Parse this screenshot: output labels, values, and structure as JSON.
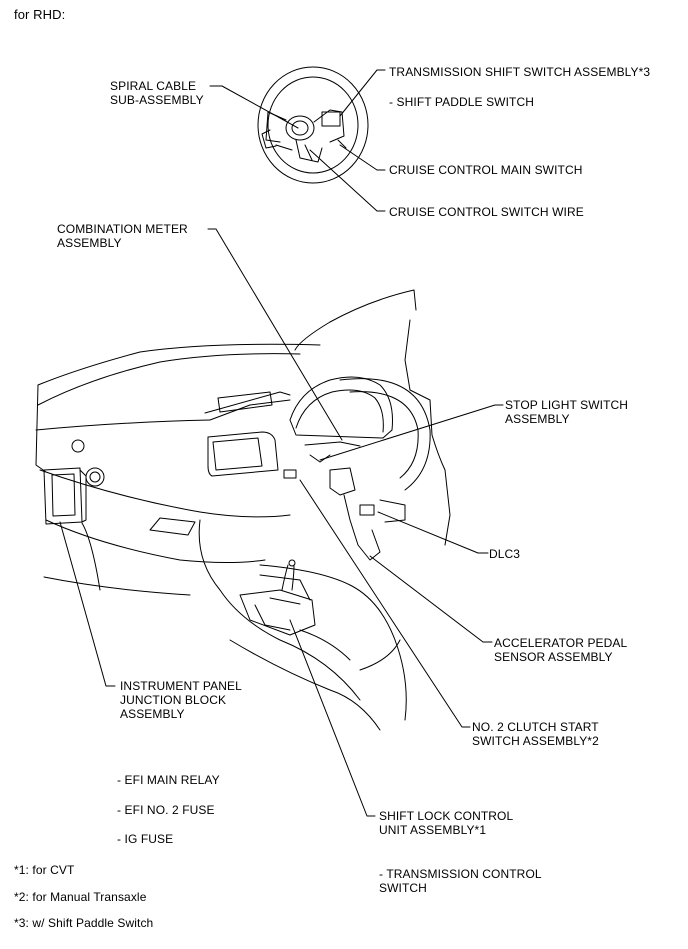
{
  "header": {
    "title": "for RHD:"
  },
  "labels": {
    "spiral_cable": "SPIRAL CABLE\nSUB-ASSEMBLY",
    "trans_shift_switch": "TRANSMISSION SHIFT SWITCH ASSEMBLY*3",
    "shift_paddle": "- SHIFT PADDLE SWITCH",
    "cruise_main": "CRUISE CONTROL MAIN SWITCH",
    "cruise_wire": "CRUISE CONTROL SWITCH WIRE",
    "combination_meter": "COMBINATION METER\nASSEMBLY",
    "stop_light": "STOP LIGHT SWITCH\nASSEMBLY",
    "dlc3": "DLC3",
    "accel_pedal": "ACCELERATOR PEDAL\nSENSOR ASSEMBLY",
    "ip_junction": "INSTRUMENT PANEL\nJUNCTION BLOCK\nASSEMBLY",
    "clutch_start": "NO. 2 CLUTCH START\nSWITCH ASSEMBLY*2",
    "efi_main_relay": "- EFI MAIN RELAY",
    "efi_no2_fuse": "- EFI NO. 2 FUSE",
    "ig_fuse": "- IG FUSE",
    "shift_lock": "SHIFT LOCK CONTROL\nUNIT ASSEMBLY*1",
    "trans_control_switch": "- TRANSMISSION CONTROL\nSWITCH"
  },
  "footnotes": {
    "n1": "*1: for CVT",
    "n2": "*2: for Manual Transaxle",
    "n3": "*3: w/ Shift Paddle Switch"
  }
}
